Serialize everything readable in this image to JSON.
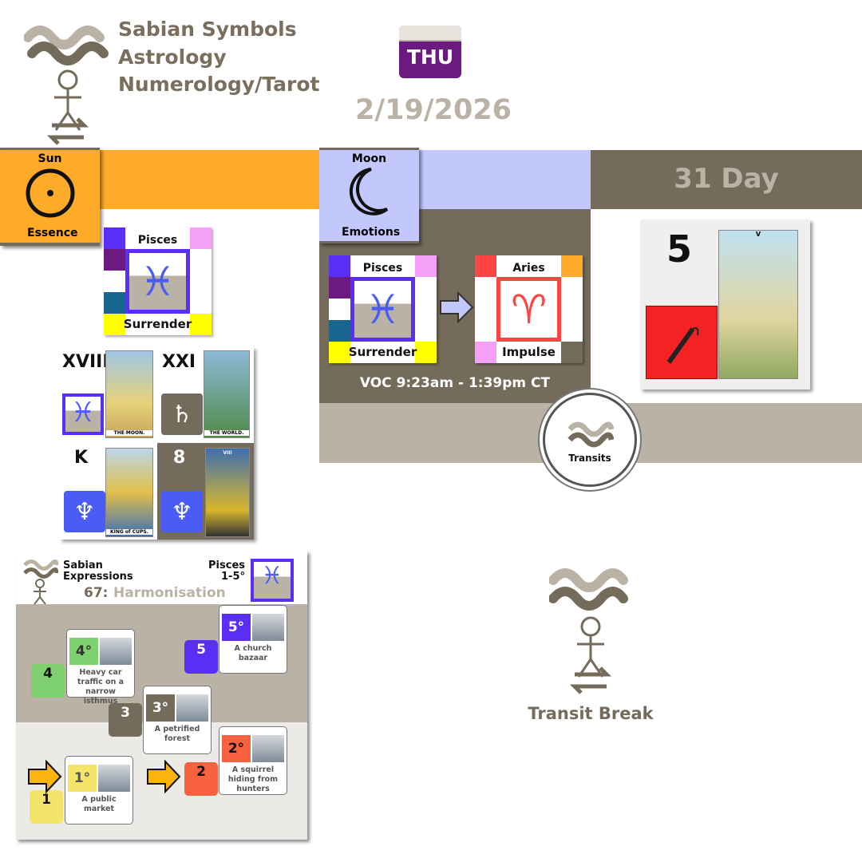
{
  "header": {
    "title_lines": [
      "Sabian Symbols",
      "Astrology",
      "Numerology/Tarot"
    ],
    "weekday": "THU",
    "date": "2/19/2026"
  },
  "sun": {
    "label": "Sun",
    "glyph": "☉",
    "sub": "Essence",
    "sign": "Pisces",
    "glyph_sign": "♓︎",
    "keyword": "Surrender"
  },
  "moon": {
    "label": "Moon",
    "sub": "Emotions",
    "from_sign": "Pisces",
    "from_keyword": "Surrender",
    "to_sign": "Aries",
    "to_keyword": "Impulse",
    "glyph_from": "♓︎",
    "glyph_to": "♈︎",
    "voc": "VOC 9:23am - 1:39pm CT"
  },
  "day": {
    "label": "31 Day",
    "number": "5",
    "tarot_numeral": "V"
  },
  "transits": {
    "label": "Transits"
  },
  "tarot_grid": [
    {
      "numeral": "XVIII",
      "card_title": "THE MOON."
    },
    {
      "numeral": "XXI",
      "glyph": "♄",
      "card_title": "THE WORLD."
    },
    {
      "numeral": "K",
      "card_title": "KING of CUPS."
    },
    {
      "numeral": "8",
      "card_title": "VIII"
    }
  ],
  "expressions": {
    "title_lines": [
      "Sabian",
      "Expressions"
    ],
    "sign": "Pisces",
    "range": "1-5°",
    "number": "67:",
    "theme": "Harmonisation",
    "degrees": [
      {
        "n": "1",
        "deg": "1°",
        "text": "A public market"
      },
      {
        "n": "2",
        "deg": "2°",
        "text": "A squirrel hiding from hunters"
      },
      {
        "n": "3",
        "deg": "3°",
        "text": "A petrified forest"
      },
      {
        "n": "4",
        "deg": "4°",
        "text": "Heavy car traffic on a narrow isthmus"
      },
      {
        "n": "5",
        "deg": "5°",
        "text": "A church bazaar"
      }
    ]
  },
  "transit_break": {
    "label": "Transit Break"
  },
  "colors": {
    "brown": "#756b5a",
    "beige": "#bab2a5",
    "orange": "#fdab28",
    "lavender": "#c3c8fc",
    "purple": "#6b1a7f"
  }
}
